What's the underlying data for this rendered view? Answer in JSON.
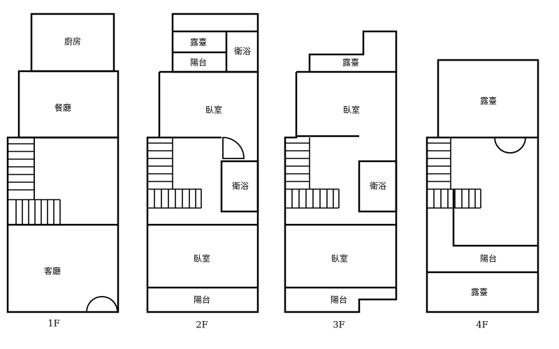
{
  "floors": [
    {
      "label": "1F",
      "rooms": [
        "廚房",
        "餐廳",
        "客廳"
      ]
    },
    {
      "label": "2F",
      "rooms": [
        "露臺",
        "陽台",
        "衛浴",
        "臥室",
        "衛浴",
        "臥室",
        "陽台"
      ]
    },
    {
      "label": "3F",
      "rooms": [
        "露臺",
        "臥室",
        "衛浴",
        "臥室",
        "陽台"
      ]
    },
    {
      "label": "4F",
      "rooms": [
        "露臺",
        "陽台",
        "露臺"
      ]
    }
  ]
}
